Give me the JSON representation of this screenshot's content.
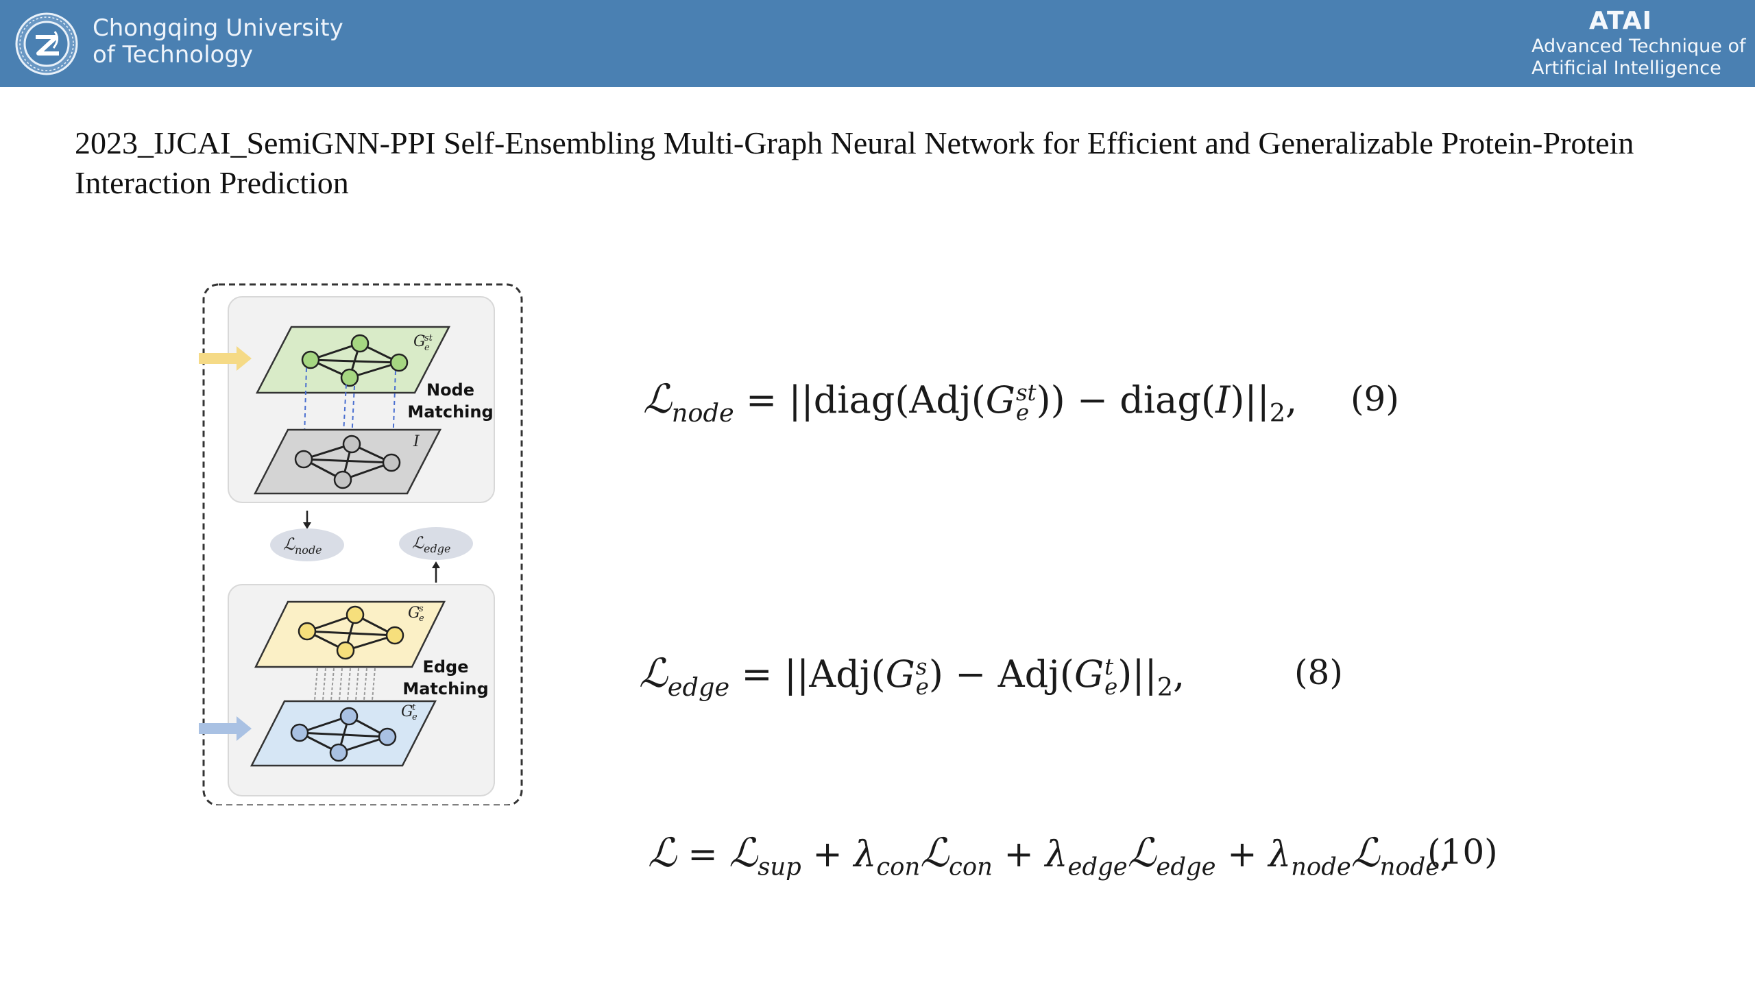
{
  "header": {
    "university_line1": "Chongqing University",
    "university_line2": "of Technology",
    "lab_title": "ATAI",
    "lab_line1": "Advanced Technique of",
    "lab_line2": "Artificial  Intelligence",
    "colors": {
      "bar": "#4a80b2",
      "text": "#eef4fb"
    }
  },
  "slide": {
    "title": "2023_IJCAI_SemiGNN-PPI Self-Ensembling Multi-Graph Neural Network for Efficient and Generalizable Protein-Protein Interaction Prediction"
  },
  "figure": {
    "label_node_1": "Node",
    "label_node_2": "Matching",
    "label_edge_1": "Edge",
    "label_edge_2": "Matching",
    "graph_label_top": "G",
    "graph_label_identity": "I",
    "loss_node": "L",
    "loss_edge": "L",
    "colors": {
      "green": "#d9ebc8",
      "gray": "#d4d4d4",
      "yellow": "#fbf0c6",
      "blue": "#d6e6f5"
    }
  },
  "equations": {
    "eq9_number": "(9)",
    "eq8_number": "(8)",
    "eq10_number": "(10)"
  }
}
